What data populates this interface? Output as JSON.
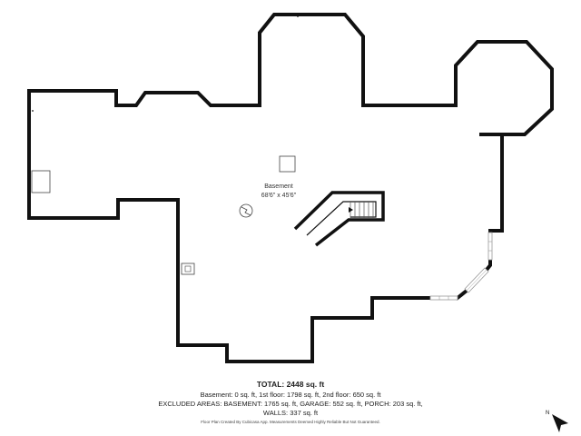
{
  "room": {
    "name": "Basement",
    "dimensions": "68'6\" x 45'6\""
  },
  "summary": {
    "total": "TOTAL: 2448 sq. ft",
    "floors": "Basement: 0 sq. ft, 1st floor: 1798 sq. ft, 2nd floor: 650 sq. ft",
    "excluded": "EXCLUDED AREAS: BASEMENT: 1765 sq. ft, GARAGE: 552 sq. ft, PORCH: 203 sq. ft,",
    "walls": "WALLS: 337 sq. ft"
  },
  "credit": "Floor Plan Created By Cubicasa App. Measurements Deemed Highly Reliable But Not Guaranteed.",
  "compass": {
    "label": "N"
  },
  "colors": {
    "wall": "#111111",
    "window": "#9a9a9a",
    "text": "#222222"
  },
  "icons": [
    "skylight-square-icon",
    "water-heater-icon",
    "stairs-icon",
    "utility-box-icon",
    "compass-icon"
  ]
}
